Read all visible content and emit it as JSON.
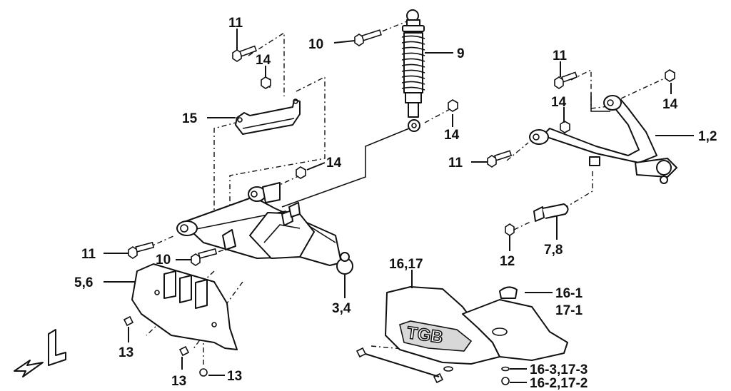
{
  "labels": {
    "p1": "11",
    "p2": "14",
    "p3": "15",
    "p4": "10",
    "p5": "9",
    "p6": "14",
    "p7": "11",
    "p8": "14",
    "p9": "14",
    "p10": "1,2",
    "p11": "11",
    "p12": "14",
    "p13": "11",
    "p14": "10",
    "p15": "5,6",
    "p16": "3,4",
    "p17": "12",
    "p18": "7,8",
    "p19": "16,17",
    "p20": "16-1",
    "p21": "17-1",
    "p22": "13",
    "p23": "13",
    "p24": "13",
    "p25": "16-3,17-3",
    "p26": "16-2,17-2"
  },
  "logo_text": "TGB",
  "front_marker": "F"
}
